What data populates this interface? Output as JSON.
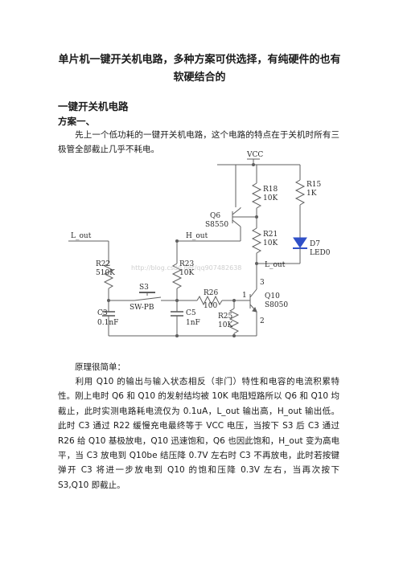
{
  "document": {
    "title_line1": "单片机一键开关机电路，多种方案可供选择，有纯硬件的也有",
    "title_line2": "软硬结合的",
    "section_heading": "一键开关机电路",
    "subsection_heading": "方案一、",
    "intro_paragraph": "先上一个低功耗的一键开关机电路，这个电路的特点在于关机时所有三极管全部截止几乎不耗电。",
    "principle_heading": "原理很简单：",
    "principle_paragraph": "利用 Q10 的输出与输入状态相反（非门）特性和电容的电流积累特性。刚上电时 Q6 和 Q10 的发射结均被 10K 电阻短路所以 Q6 和 Q10 均截止，此时实测电路耗电流仅为 0.1uA，L_out 输出高，H_out 输出低。此时 C3 通过 R22 缓慢充电最终等于 VCC 电压，当按下 S3 后 C3 通过 R26 给 Q10 基极放电，Q10 迅速饱和，Q6 也因此饱和，H_out 变为高电平，当 C3 放电到 Q10be 结压降 0.7V 左右时 C3 不再放电，此时若按键弹开 C3 将进一步放电到 Q10 的饱和压降 0.3V 左右，当再次按下 S3,Q10 即截止。"
  },
  "circuit": {
    "labels": {
      "vcc": "VCC",
      "r15": "R15",
      "r15_val": "1K",
      "r18": "R18",
      "r18_val": "10K",
      "r21": "R21",
      "r21_val": "10K",
      "q6": "Q6",
      "q6_part": "S8550",
      "d7": "D7",
      "d7_part": "LED0",
      "l_out_left": "L_out",
      "h_out": "H_out",
      "l_out_right": "L_out",
      "r22": "R22",
      "r22_val": "510K",
      "r23": "R23",
      "r23_val": "10K",
      "s3": "S3",
      "s3_part": "SW-PB",
      "r26": "R26",
      "r26_val": "100",
      "c3": "C3",
      "c3_val": "0.1nF",
      "c5": "C5",
      "c5_val": "1nF",
      "r25": "R25",
      "r25_val": "10K",
      "q10": "Q10",
      "q10_part": "S8050",
      "pin1": "1",
      "pin2": "2",
      "pin3": "3",
      "watermark": "http://blog.csdn.net/qq907482638"
    }
  }
}
